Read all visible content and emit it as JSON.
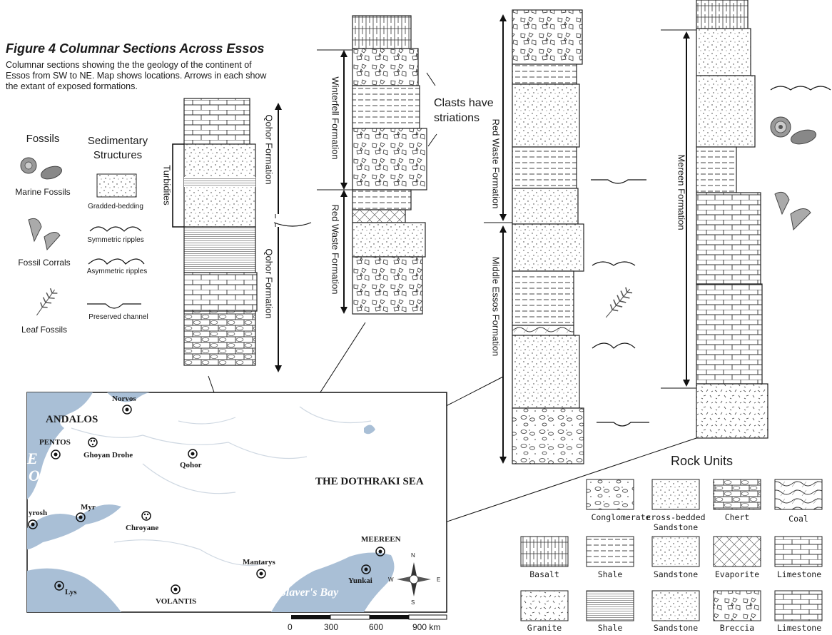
{
  "figure": {
    "title": "Figure 4  Columnar Sections Across Essos",
    "caption": "Columnar sections showing the the geology of the continent of Essos from SW to NE. Map shows locations. Arrows in each show the extant of exposed formations."
  },
  "legend": {
    "fossils_heading": "Fossils",
    "structures_heading": "Sedimentary Structures",
    "fossils": [
      "Marine Fossils",
      "Fossil Corrals",
      "Leaf Fossils"
    ],
    "structures": [
      "Gradded-bedding",
      "Symmetric ripples",
      "Asymmetric ripples",
      "Preserved channel"
    ]
  },
  "columns": {
    "col1": {
      "turbidites": "Turbidites",
      "formation_upper": "Qohor Formation",
      "formation_lower": "Qohor Formation"
    },
    "col2": {
      "formation_upper": "Winterfell Formation",
      "formation_lower": "Red Waste Formation",
      "note": "Clasts have striations"
    },
    "col3": {
      "formation_upper": "Red Waste Formation",
      "formation_lower": "Middle Essos Formation"
    },
    "col4": {
      "formation": "Mereen Formation"
    }
  },
  "rock_units": {
    "heading": "Rock Units",
    "items": [
      "Conglomerate",
      "cross-bedded Sandstone",
      "Chert",
      "Coal",
      "Basalt",
      "Shale",
      "Sandstone",
      "Evaporite",
      "Limestone",
      "Granite",
      "Shale",
      "Sandstone",
      "Breccia",
      "Limestone"
    ]
  },
  "map": {
    "places": [
      "Norvos",
      "ANDALOS",
      "PENTOS",
      "Ghoyan Drohe",
      "Qohor",
      "Myr",
      "Chroyane",
      "THE DOTHRAKI SEA",
      "MEEREEN",
      "Yunkai",
      "Mantarys",
      "VOLANTIS",
      "Lys",
      "Slaver's Bay",
      "yrosh",
      "OW",
      "E"
    ],
    "scale": [
      "0",
      "300",
      "600",
      "900 km"
    ],
    "compass": [
      "N",
      "E",
      "S",
      "W"
    ],
    "colors": {
      "water": "#a9bfd6",
      "river": "#cfd8e2"
    }
  }
}
